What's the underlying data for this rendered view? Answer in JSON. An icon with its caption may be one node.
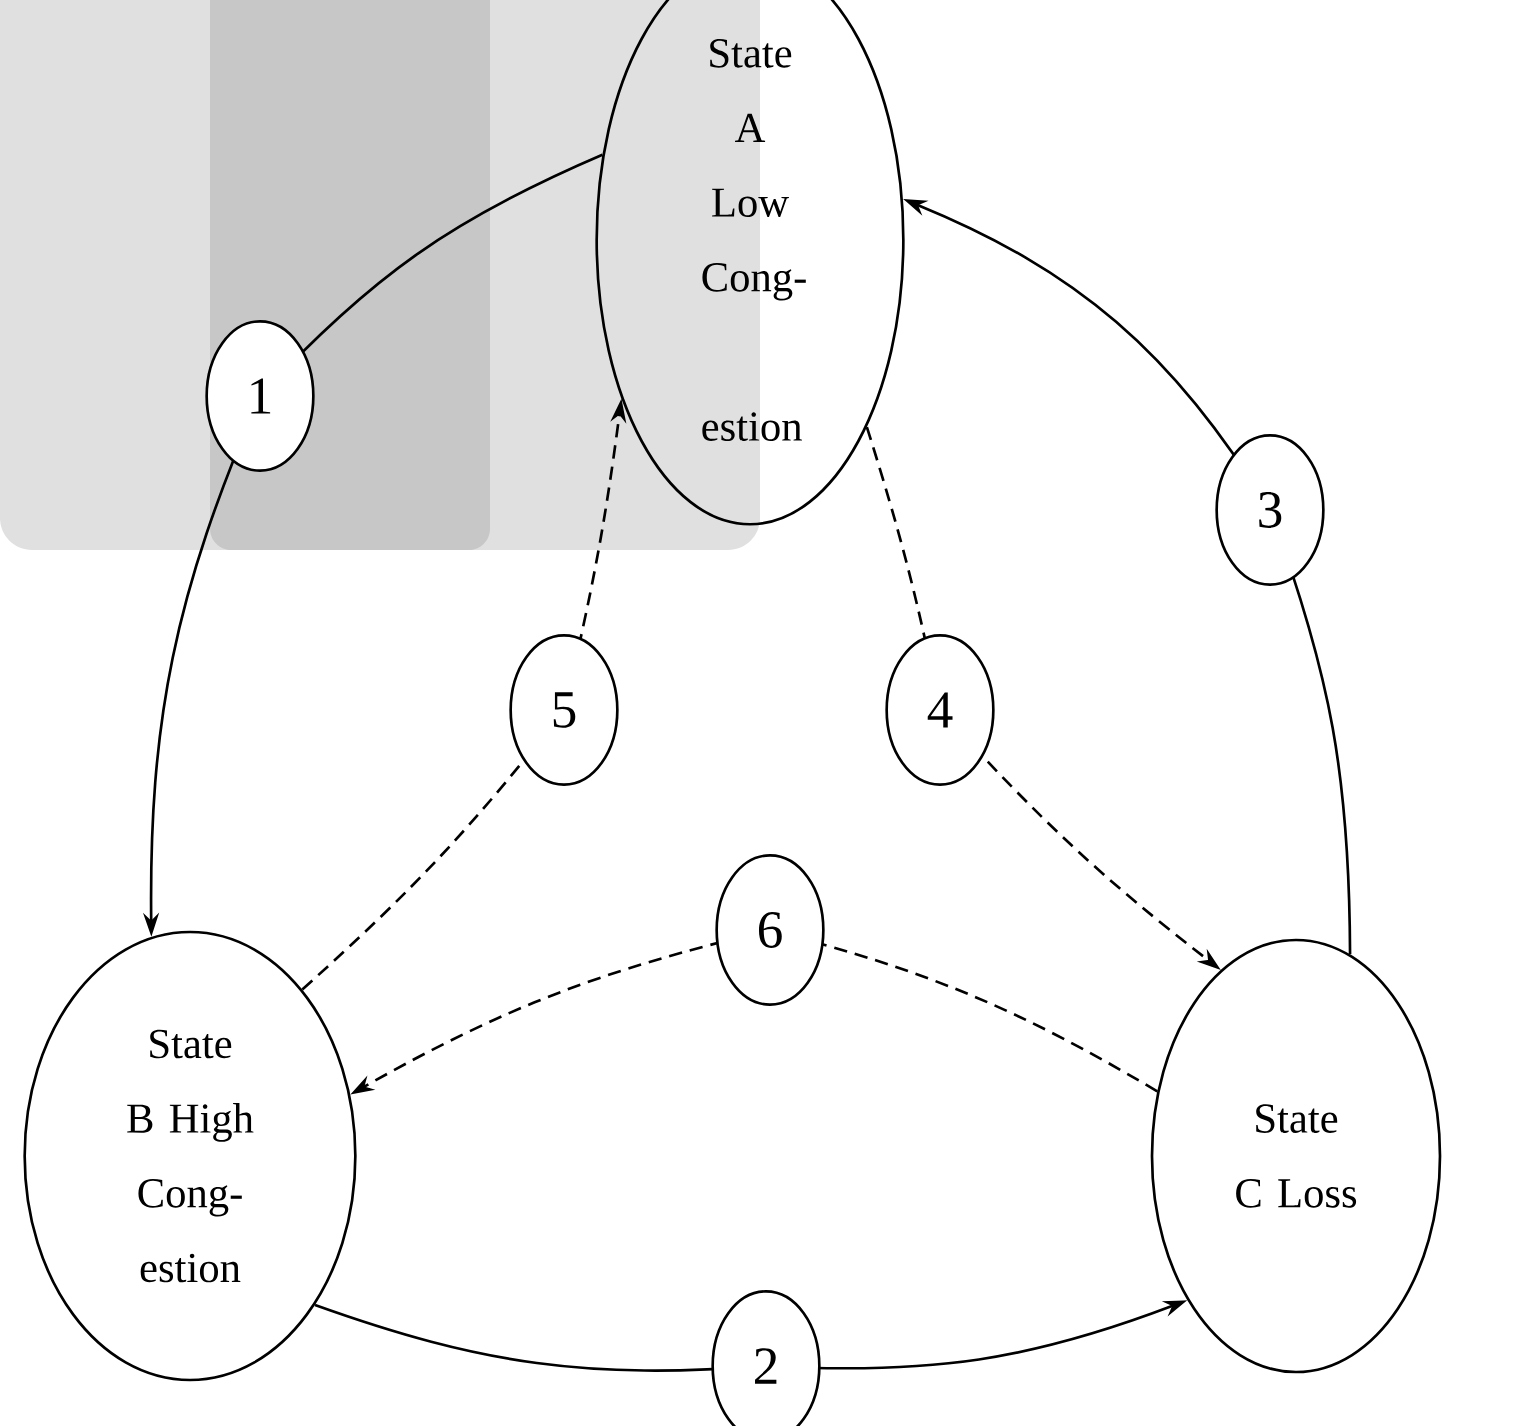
{
  "diagram": {
    "nodes": [
      {
        "text": [
          "State A Low Cong- estion"
        ]
      },
      {
        "text": [
          "State B High Cong- estion"
        ]
      },
      {
        "text": [
          "State C Loss"
        ]
      }
    ],
    "edges": [
      {
        "from": 0,
        "to": 1,
        "arrow": "to",
        "label": "1"
      },
      {
        "from": 1,
        "to": 2,
        "arrow": "to",
        "label": "2"
      },
      {
        "from": 2,
        "to": 0,
        "arrow": "to",
        "label": "3"
      },
      {
        "from": 0,
        "to": 2,
        "arrow": "to",
        "label": "4",
        "style": "dashed"
      },
      {
        "from": 1,
        "to": 0,
        "arrow": "to",
        "label": "5",
        "style": "dashed"
      },
      {
        "from": 2,
        "to": 1,
        "arrow": "to",
        "label": "6",
        "style": "dashed"
      }
    ]
  }
}
